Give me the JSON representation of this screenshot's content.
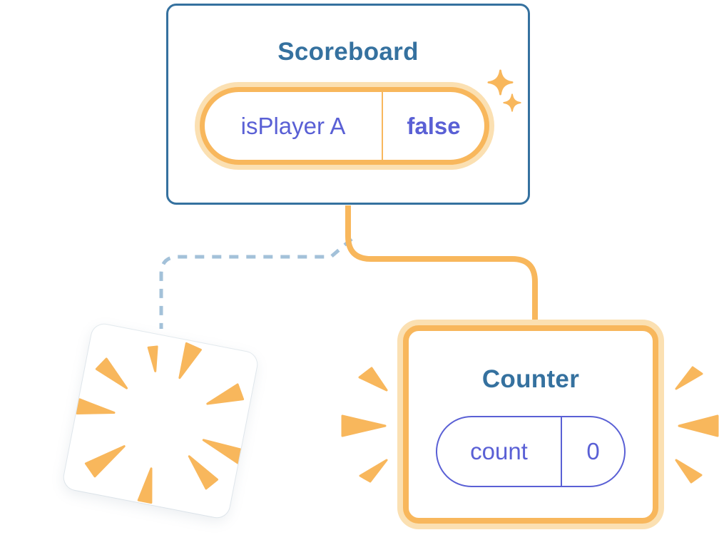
{
  "colors": {
    "background": "#ffffff",
    "teal": "#35719f",
    "orange": "#f8b75c",
    "orange_halo": "#fbe0b2",
    "purple": "#5a60d5",
    "dashed_blue": "#a3c1d9"
  },
  "scoreboard": {
    "title": "Scoreboard",
    "state": {
      "name": "isPlayer A",
      "value": "false"
    }
  },
  "counter": {
    "title": "Counter",
    "state": {
      "name": "count",
      "value": "0"
    }
  },
  "icons": {
    "sparkle_large": "sparkle-icon",
    "sparkle_small": "sparkle-icon",
    "poof": "poof-burst-icon",
    "emphasis_left": "emphasis-marks-icon",
    "emphasis_right": "emphasis-marks-icon"
  }
}
